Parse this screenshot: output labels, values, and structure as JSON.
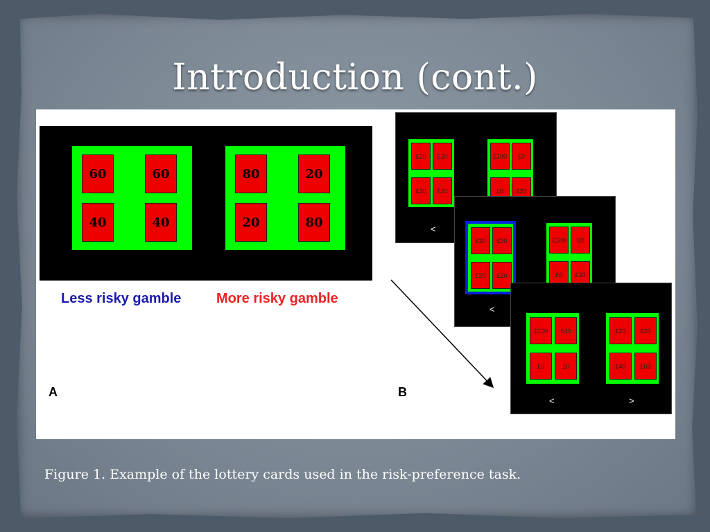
{
  "slide": {
    "title": "Introduction (cont.)",
    "caption": "Figure 1. Example of the lottery cards used in the risk-preference task."
  },
  "panel_a": {
    "letter": "A",
    "less_risky": {
      "label": "Less risky gamble",
      "color": "#1a1ab0",
      "cards": [
        "60",
        "60",
        "40",
        "40"
      ]
    },
    "more_risky": {
      "label": "More risky gamble",
      "color": "#ee2222",
      "cards": [
        "80",
        "20",
        "20",
        "80"
      ]
    }
  },
  "panel_b": {
    "letter": "B",
    "screens": [
      {
        "left_cards": [
          "£20",
          "£20",
          "£20",
          "£20"
        ],
        "right_cards": [
          "£100",
          "£0",
          "£0",
          "£20"
        ],
        "key": "<"
      },
      {
        "left_cards": [
          "£20",
          "£20",
          "£20",
          "£20"
        ],
        "right_cards": [
          "£100",
          "£0",
          "£0",
          "£20"
        ],
        "key": "<"
      },
      {
        "left_cards": [
          "£100",
          "£40",
          "£0",
          "£0"
        ],
        "right_cards": [
          "£20",
          "£20",
          "£40",
          "£60"
        ],
        "key_left": "<",
        "key_right": ">"
      }
    ]
  },
  "colors": {
    "background": "#4d5a67",
    "card_red": "#ee0000",
    "card_green": "#00ff00",
    "selection_blue": "#0022dd"
  }
}
